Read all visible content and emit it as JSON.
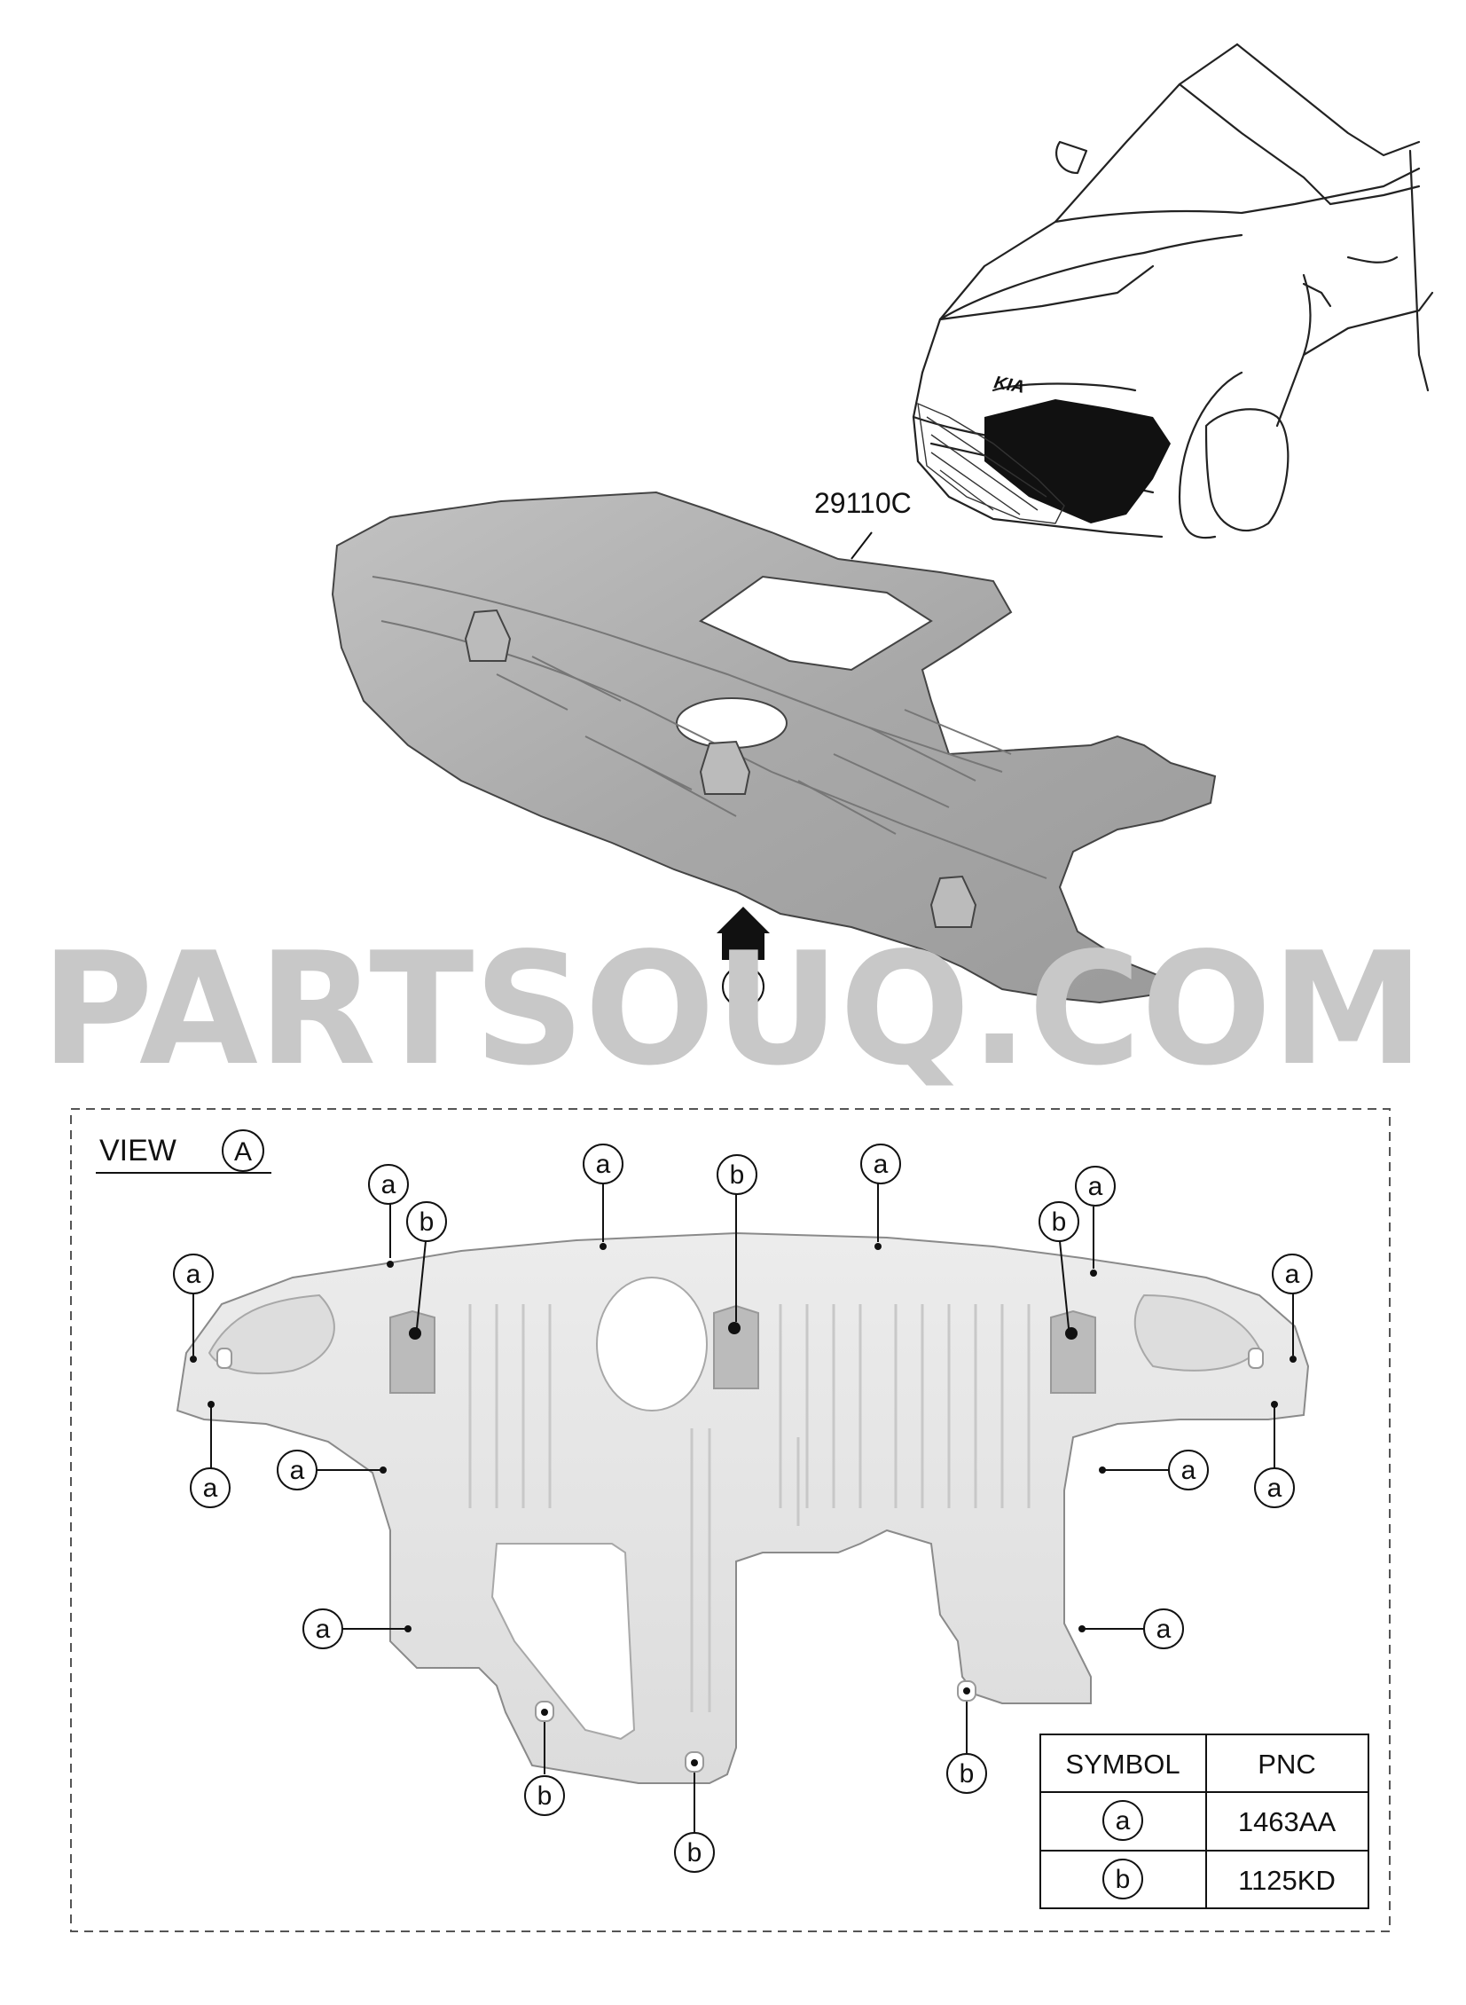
{
  "part_number": "29110C",
  "view_marker": "A",
  "watermark": "PARTSOUQ.COM",
  "view_title": "VIEW",
  "fastener_a": "a",
  "fastener_b": "b",
  "legend": {
    "headers": [
      "SYMBOL",
      "PNC"
    ],
    "rows": [
      {
        "symbol": "a",
        "pnc": "1463AA"
      },
      {
        "symbol": "b",
        "pnc": "1125KD"
      }
    ]
  }
}
